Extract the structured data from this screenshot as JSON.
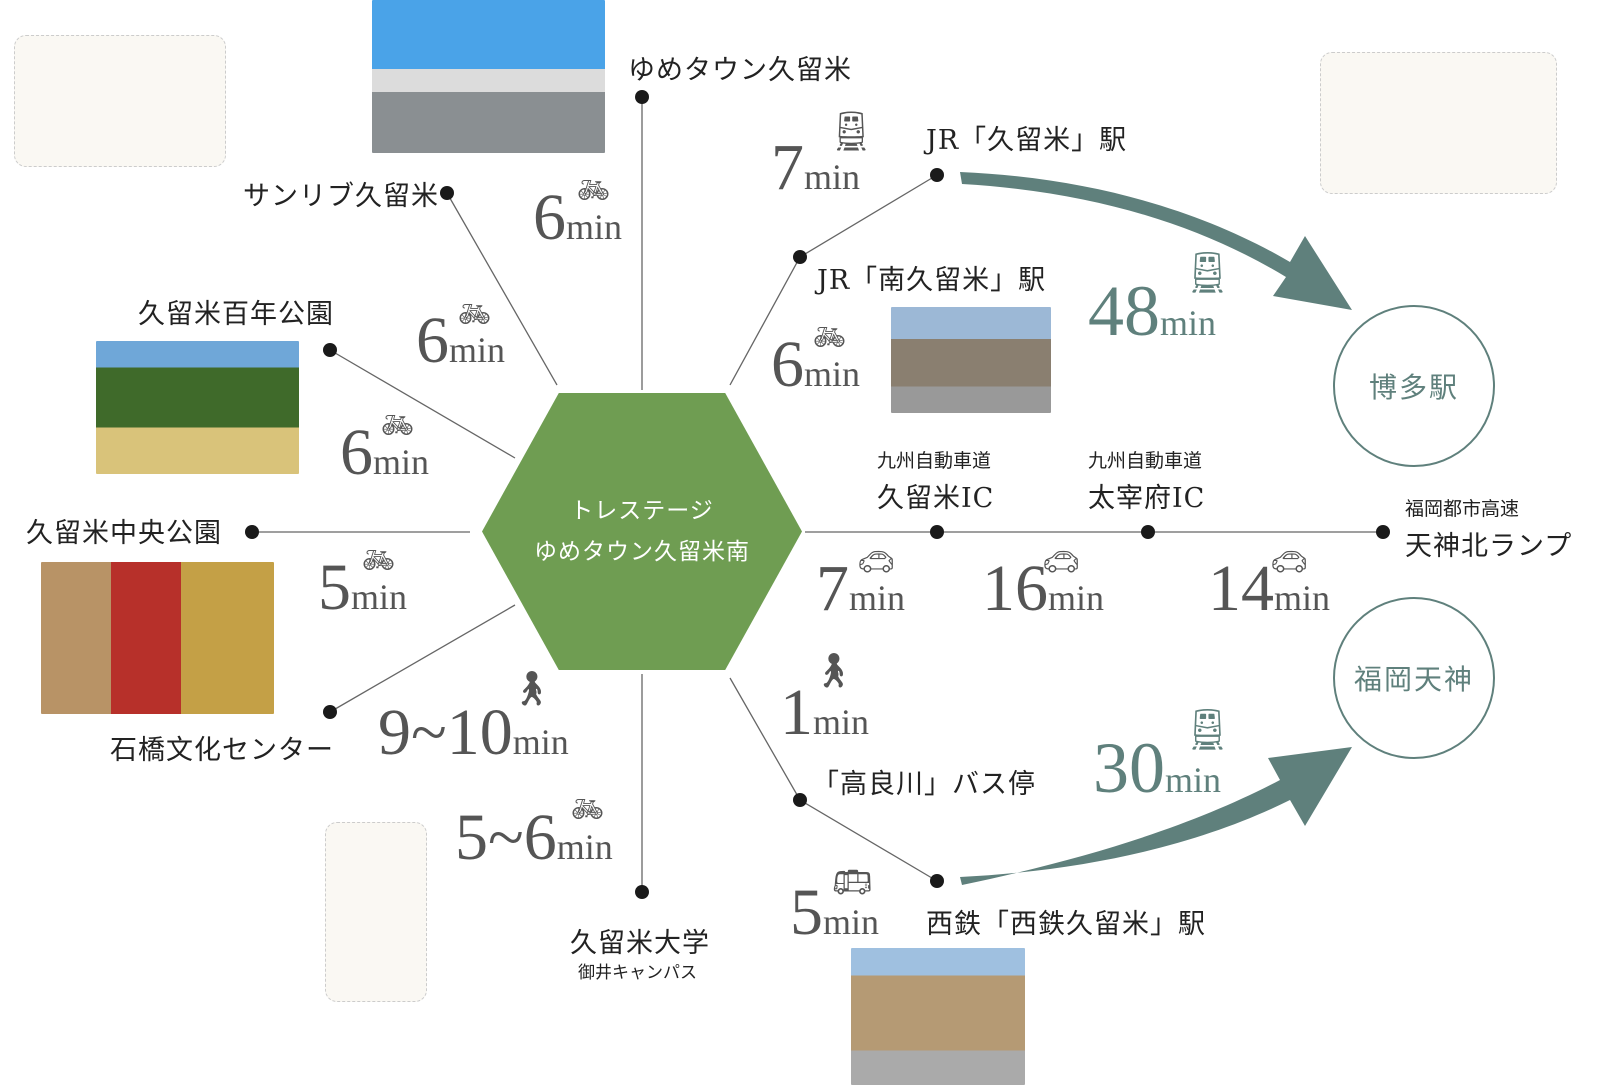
{
  "center": {
    "line1": "トレステージ",
    "line2": "ゆめタウン久留米南"
  },
  "colors": {
    "hex": "#6f9d52",
    "accent": "#5f807c",
    "text": "#222222",
    "duration": "#555555"
  },
  "destinations": [
    {
      "id": "youme",
      "name": "ゆめタウン久留米",
      "time": "6",
      "unit": "min",
      "mode": "bicycle-icon"
    },
    {
      "id": "sunlive",
      "name": "サンリブ久留米",
      "time": "6",
      "unit": "min",
      "mode": "bicycle-icon"
    },
    {
      "id": "hyakunen",
      "name": "久留米百年公園",
      "time": "6",
      "unit": "min",
      "mode": "bicycle-icon"
    },
    {
      "id": "chuo",
      "name": "久留米中央公園",
      "time": "5",
      "unit": "min",
      "mode": "bicycle-icon"
    },
    {
      "id": "ishibashi",
      "name": "石橋文化センター",
      "time": "9~10",
      "unit": "min",
      "mode": "walking-icon"
    },
    {
      "id": "univ",
      "name": "久留米大学",
      "sub": "御井キャンパス",
      "time": "5~6",
      "unit": "min",
      "mode": "bicycle-icon"
    },
    {
      "id": "minami",
      "name": "JR「南久留米」駅",
      "time": "6",
      "unit": "min",
      "mode": "bicycle-icon"
    },
    {
      "id": "kurume",
      "name": "JR「久留米」駅",
      "time": "7",
      "unit": "min",
      "mode": "train-icon"
    },
    {
      "id": "koragawa",
      "name": "「高良川」バス停",
      "time": "1",
      "unit": "min",
      "mode": "walking-icon"
    },
    {
      "id": "nishitetsu",
      "name": "西鉄「西鉄久留米」駅",
      "time": "5",
      "unit": "min",
      "mode": "bus-icon"
    },
    {
      "id": "kurumeic",
      "pre": "九州自動車道",
      "name": "久留米IC",
      "time": "7",
      "unit": "min",
      "mode": "car-icon"
    },
    {
      "id": "dazaifuic",
      "pre": "九州自動車道",
      "name": "太宰府IC",
      "time": "16",
      "unit": "min",
      "mode": "car-icon"
    },
    {
      "id": "tenjinkita",
      "pre": "福岡都市高速",
      "name": "天神北ランプ",
      "time": "14",
      "unit": "min",
      "mode": "car-icon"
    }
  ],
  "hubs": {
    "hakata": {
      "name": "博多駅",
      "time": "48",
      "unit": "min"
    },
    "tenjin": {
      "name": "福岡天神",
      "time": "30",
      "unit": "min"
    }
  }
}
